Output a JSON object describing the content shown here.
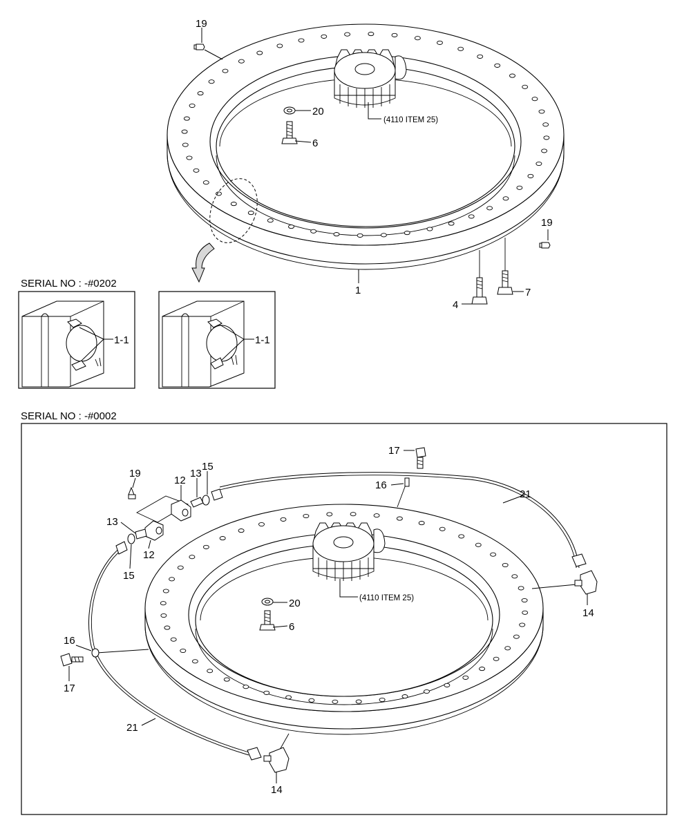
{
  "serials": {
    "top": "SERIAL NO : -#0202",
    "bottom": "SERIAL NO : -#0002"
  },
  "notes": {
    "gear_ref_top": "(4110 ITEM 25)",
    "gear_ref_bottom": "(4110 ITEM 25)"
  },
  "callouts": {
    "top": {
      "c19a": "19",
      "c20": "20",
      "c6": "6",
      "c1": "1",
      "c19b": "19",
      "c4": "4",
      "c7": "7",
      "c11a": "1-1",
      "c11b": "1-1"
    },
    "bottom": {
      "c17a": "17",
      "c16a": "16",
      "c21a": "21",
      "c19": "19",
      "c12a": "12",
      "c13a": "13",
      "c15a": "15",
      "c13b": "13",
      "c12b": "12",
      "c15b": "15",
      "c20": "20",
      "c6": "6",
      "c14a": "14",
      "c16b": "16",
      "c17b": "17",
      "c21b": "21",
      "c14b": "14"
    }
  }
}
